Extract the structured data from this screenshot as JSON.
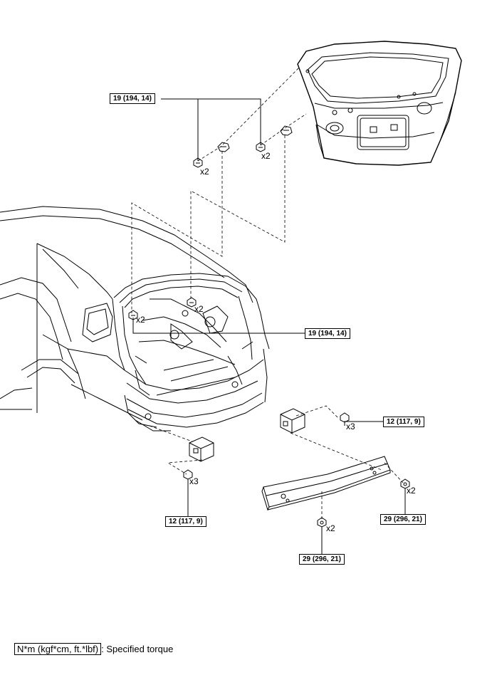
{
  "torque_labels": {
    "tailgate_hinge_bolt": "19 (194, 14)",
    "body_hinge_bolt": "19 (194, 14)",
    "bracket_bolt_right": "12 (117, 9)",
    "bracket_bolt_left": "12 (117, 9)",
    "reinforcement_nut_right": "29 (296, 21)",
    "reinforcement_nut_center": "29 (296, 21)"
  },
  "quantities": {
    "tailgate_bolt_left": "x2",
    "tailgate_bolt_right": "x2",
    "body_bolt_left": "x2",
    "body_bolt_right": "x2",
    "bracket_bolt_right": "x3",
    "bracket_bolt_left": "x3",
    "nut_right": "x2",
    "nut_center": "x2"
  },
  "legend": {
    "units": "N*m (kgf*cm, ft.*lbf)",
    "description": ": Specified torque"
  },
  "colors": {
    "line": "#000000",
    "background": "#ffffff"
  }
}
